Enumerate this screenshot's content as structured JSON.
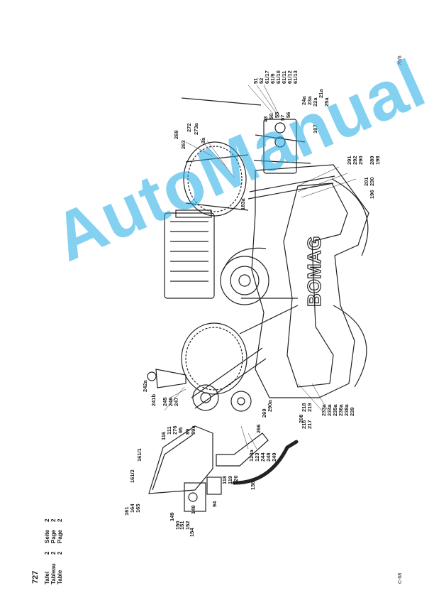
{
  "header": {
    "page_number": "727",
    "code_top": "76/6",
    "code_bottom": "C-68"
  },
  "plate_table": [
    {
      "label": "Tafel",
      "num": "2",
      "word": "Seite",
      "page": "2"
    },
    {
      "label": "Tableau",
      "num": "2",
      "word": "Page",
      "page": "2"
    },
    {
      "label": "Table",
      "num": "2",
      "word": "Page",
      "page": "2"
    }
  ],
  "brand": "BOMAG",
  "watermark": "AutoManual",
  "callouts": [
    {
      "t": "51"
    },
    {
      "t": "52"
    },
    {
      "t": "61/17"
    },
    {
      "t": "61/9"
    },
    {
      "t": "61/10"
    },
    {
      "t": "61/11"
    },
    {
      "t": "61/12"
    },
    {
      "t": "61/13"
    },
    {
      "t": "24a"
    },
    {
      "t": "23a"
    },
    {
      "t": "22a"
    },
    {
      "t": "21a"
    },
    {
      "t": "25a"
    },
    {
      "t": "107"
    },
    {
      "t": "43"
    },
    {
      "t": "50"
    },
    {
      "t": "55"
    },
    {
      "t": "57"
    },
    {
      "t": "56"
    },
    {
      "t": "269"
    },
    {
      "t": "263"
    },
    {
      "t": "272"
    },
    {
      "t": "273a"
    },
    {
      "t": "3a"
    },
    {
      "t": "183a"
    },
    {
      "t": "291"
    },
    {
      "t": "292"
    },
    {
      "t": "290"
    },
    {
      "t": "289"
    },
    {
      "t": "198"
    },
    {
      "t": "201"
    },
    {
      "t": "230"
    },
    {
      "t": "196"
    },
    {
      "t": "242a"
    },
    {
      "t": "241b"
    },
    {
      "t": "245"
    },
    {
      "t": "246"
    },
    {
      "t": "247"
    },
    {
      "t": "116"
    },
    {
      "t": "111"
    },
    {
      "t": "276"
    },
    {
      "t": "95"
    },
    {
      "t": "89"
    },
    {
      "t": "89a"
    },
    {
      "t": "266"
    },
    {
      "t": "269"
    },
    {
      "t": "290a"
    },
    {
      "t": "208"
    },
    {
      "t": "216"
    },
    {
      "t": "217"
    },
    {
      "t": "218"
    },
    {
      "t": "219"
    },
    {
      "t": "233a"
    },
    {
      "t": "234a"
    },
    {
      "t": "235a"
    },
    {
      "t": "236a"
    },
    {
      "t": "238a"
    },
    {
      "t": "239"
    },
    {
      "t": "161"
    },
    {
      "t": "161/1"
    },
    {
      "t": "161/2"
    },
    {
      "t": "164"
    },
    {
      "t": "165"
    },
    {
      "t": "123a"
    },
    {
      "t": "123"
    },
    {
      "t": "244"
    },
    {
      "t": "248"
    },
    {
      "t": "249"
    },
    {
      "t": "118"
    },
    {
      "t": "119"
    },
    {
      "t": "120"
    },
    {
      "t": "136"
    },
    {
      "t": "149"
    },
    {
      "t": "150"
    },
    {
      "t": "151"
    },
    {
      "t": "152"
    },
    {
      "t": "154"
    },
    {
      "t": "148"
    },
    {
      "t": "94"
    }
  ]
}
